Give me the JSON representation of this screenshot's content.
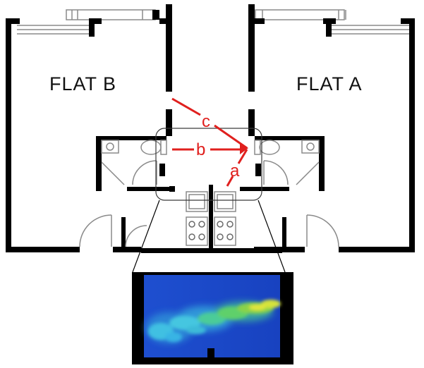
{
  "flats": {
    "left": {
      "label": "FLAT  B"
    },
    "right": {
      "label": "FLAT  A"
    }
  },
  "paths": {
    "a": {
      "label": "a"
    },
    "b": {
      "label": "b"
    },
    "c": {
      "label": "c"
    }
  },
  "colors": {
    "wall": "#000000",
    "fixture": "#8a8a8a",
    "path": "#e0201e",
    "focus_outline": "#3a3a3a",
    "plume_background": "#1a44c8",
    "plume_low": "#3fb8e0",
    "plume_mid": "#46c27a",
    "plume_high": "#d8e23a"
  }
}
